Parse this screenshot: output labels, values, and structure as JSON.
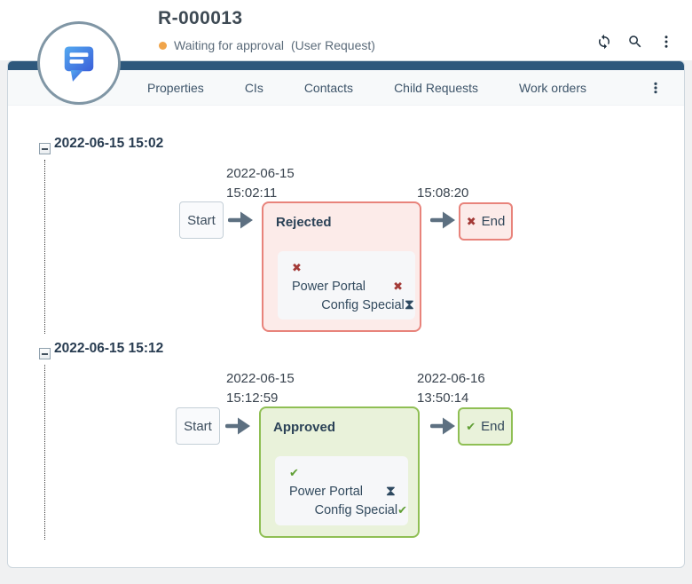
{
  "colors": {
    "bar-navy": "#2e587c",
    "status-orange": "#f0a44a",
    "rejected-border": "#e8837b",
    "rejected-bg": "#fcebe9",
    "approved-border": "#8fbf54",
    "approved-bg": "#e9f2da",
    "icon-red": "#a33a37",
    "icon-green": "#5f9e33",
    "icon-pending": "#2e4960"
  },
  "header": {
    "title": "R-000013",
    "status_label": "Waiting for approval",
    "class_label": "(User Request)",
    "action_icons": [
      "refresh-icon",
      "search-icon",
      "more-icon"
    ]
  },
  "tabs": {
    "items": [
      "Properties",
      "CIs",
      "Contacts",
      "Child Requests",
      "Work orders"
    ],
    "more_icon": "more-icon"
  },
  "avatar_icon": "chat-bubble-icon",
  "icons": {
    "approved": "✔",
    "rejected": "✖",
    "pending": "⧗"
  },
  "timeline": {
    "sections": [
      {
        "header": "2022-06-15 15:02",
        "start_label": "Start",
        "end_label": "End",
        "state_label": "Rejected",
        "outcome": "rejected",
        "start_date_line1": "2022-06-15",
        "start_date_line2": "15:02:11",
        "end_date_line1": "",
        "end_date_line2": "15:08:20",
        "approvers": [
          {
            "name": "",
            "status": "rejected"
          },
          {
            "name": "Power Portal",
            "status": "rejected"
          },
          {
            "name": "Config Special",
            "status": "pending"
          }
        ]
      },
      {
        "header": "2022-06-15 15:12",
        "start_label": "Start",
        "end_label": "End",
        "state_label": "Approved",
        "outcome": "approved",
        "start_date_line1": "2022-06-15",
        "start_date_line2": "15:12:59",
        "end_date_line1": "2022-06-16",
        "end_date_line2": "13:50:14",
        "approvers": [
          {
            "name": "",
            "status": "approved"
          },
          {
            "name": "Power Portal",
            "status": "pending"
          },
          {
            "name": "Config Special",
            "status": "approved"
          }
        ]
      }
    ]
  }
}
